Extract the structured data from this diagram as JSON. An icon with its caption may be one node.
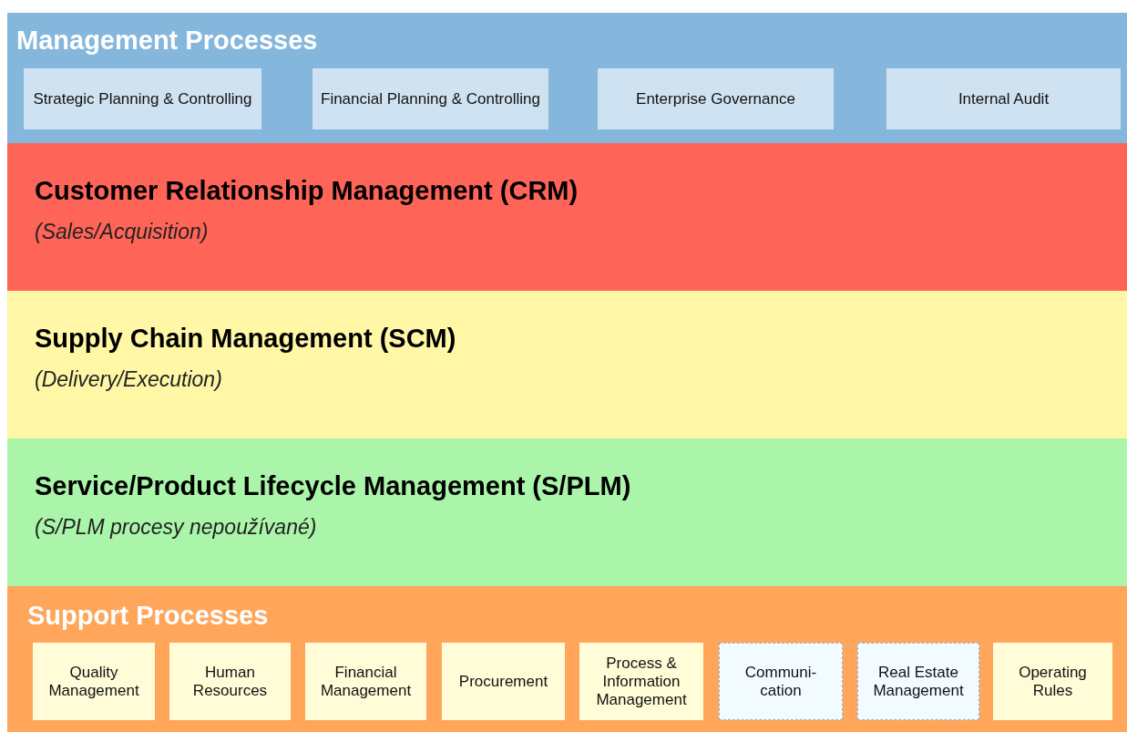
{
  "diagram": {
    "nodes": [
      {
        "text": [
          "Management Processes"
        ]
      },
      {
        "text": [
          "Strategic Planning & Controlling"
        ],
        "in": 0
      },
      {
        "text": [
          "Financial Planning & Controlling"
        ],
        "in": 0
      },
      {
        "text": [
          "Enterprise Governance"
        ],
        "in": 0
      },
      {
        "text": [
          "Internal Audit"
        ],
        "in": 0
      },
      {
        "text": [
          "Customer Relationship Management (CRM)",
          "(Sales/Acquisition)"
        ]
      },
      {
        "text": [
          "Supply Chain Management (SCM)",
          "(Delivery/Execution)"
        ]
      },
      {
        "text": [
          "Service/Product Lifecycle Management (S/PLM)",
          "(S/PLM procesy nepoužívané)"
        ]
      },
      {
        "text": [
          "Support Processes"
        ]
      },
      {
        "text": [
          "Quality Management"
        ],
        "in": 8
      },
      {
        "text": [
          "Human Resources"
        ],
        "in": 8
      },
      {
        "text": [
          "Financial Management"
        ],
        "in": 8
      },
      {
        "text": [
          "Procurement"
        ],
        "in": 8
      },
      {
        "text": [
          "Process & Information Management"
        ],
        "in": 8
      },
      {
        "text": [
          "Communi- cation"
        ],
        "in": 8
      },
      {
        "text": [
          "Real Estate Management"
        ],
        "in": 8
      },
      {
        "text": [
          "Operating Rules"
        ],
        "in": 8
      }
    ],
    "edges": []
  }
}
